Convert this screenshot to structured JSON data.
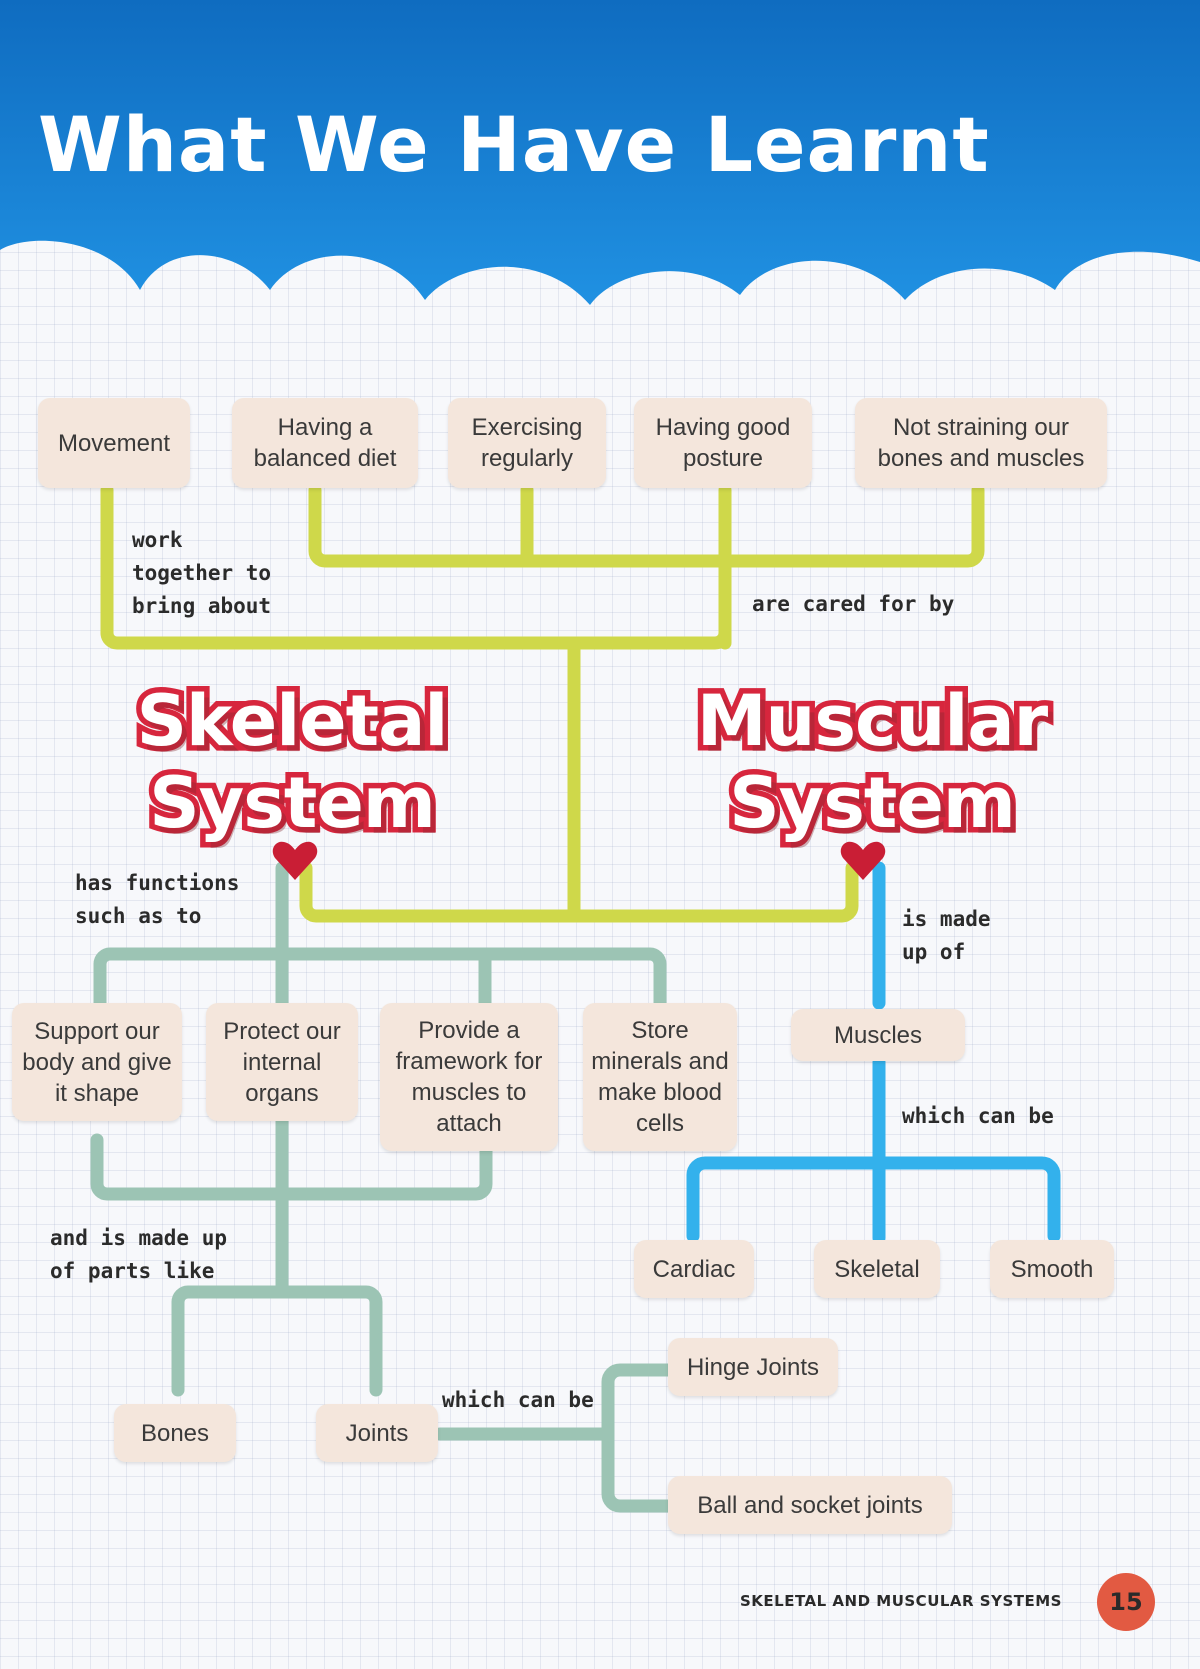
{
  "header": {
    "title": "What We Have Learnt"
  },
  "systems": {
    "skeletal": "Skeletal System",
    "muscular": "Muscular System"
  },
  "top_boxes": [
    "Movement",
    "Having a balanced diet",
    "Exercising regularly",
    "Having good posture",
    "Not straining our bones and muscles"
  ],
  "functions": [
    "Support our body and give it shape",
    "Protect our internal organs",
    "Provide a framework for muscles to attach",
    "Store minerals and make blood cells"
  ],
  "parts": [
    "Bones",
    "Joints"
  ],
  "joint_types": [
    "Hinge Joints",
    "Ball and socket joints"
  ],
  "muscles": "Muscles",
  "muscle_types": [
    "Cardiac",
    "Skeletal",
    "Smooth"
  ],
  "labels": {
    "work_together": "work together to bring about",
    "cared_for": "are cared for by",
    "has_functions": "has functions such as to",
    "made_up_parts": "and is made up of parts like",
    "which_can_be_joints": "which can be",
    "is_made_up_of": "is made up of",
    "which_can_be_muscles": "which can be"
  },
  "footer": {
    "chapter": "SKELETAL AND MUSCULAR SYSTEMS",
    "page_number": "15"
  },
  "colors": {
    "banner_blue": "#1a7fd0",
    "yellow_connector": "#cfd84a",
    "teal_connector": "#9cc4b4",
    "blue_connector": "#33b1ec",
    "system_red": "#d7263d",
    "box_fill": "#f4e6dc",
    "page_badge": "#e25a42"
  }
}
